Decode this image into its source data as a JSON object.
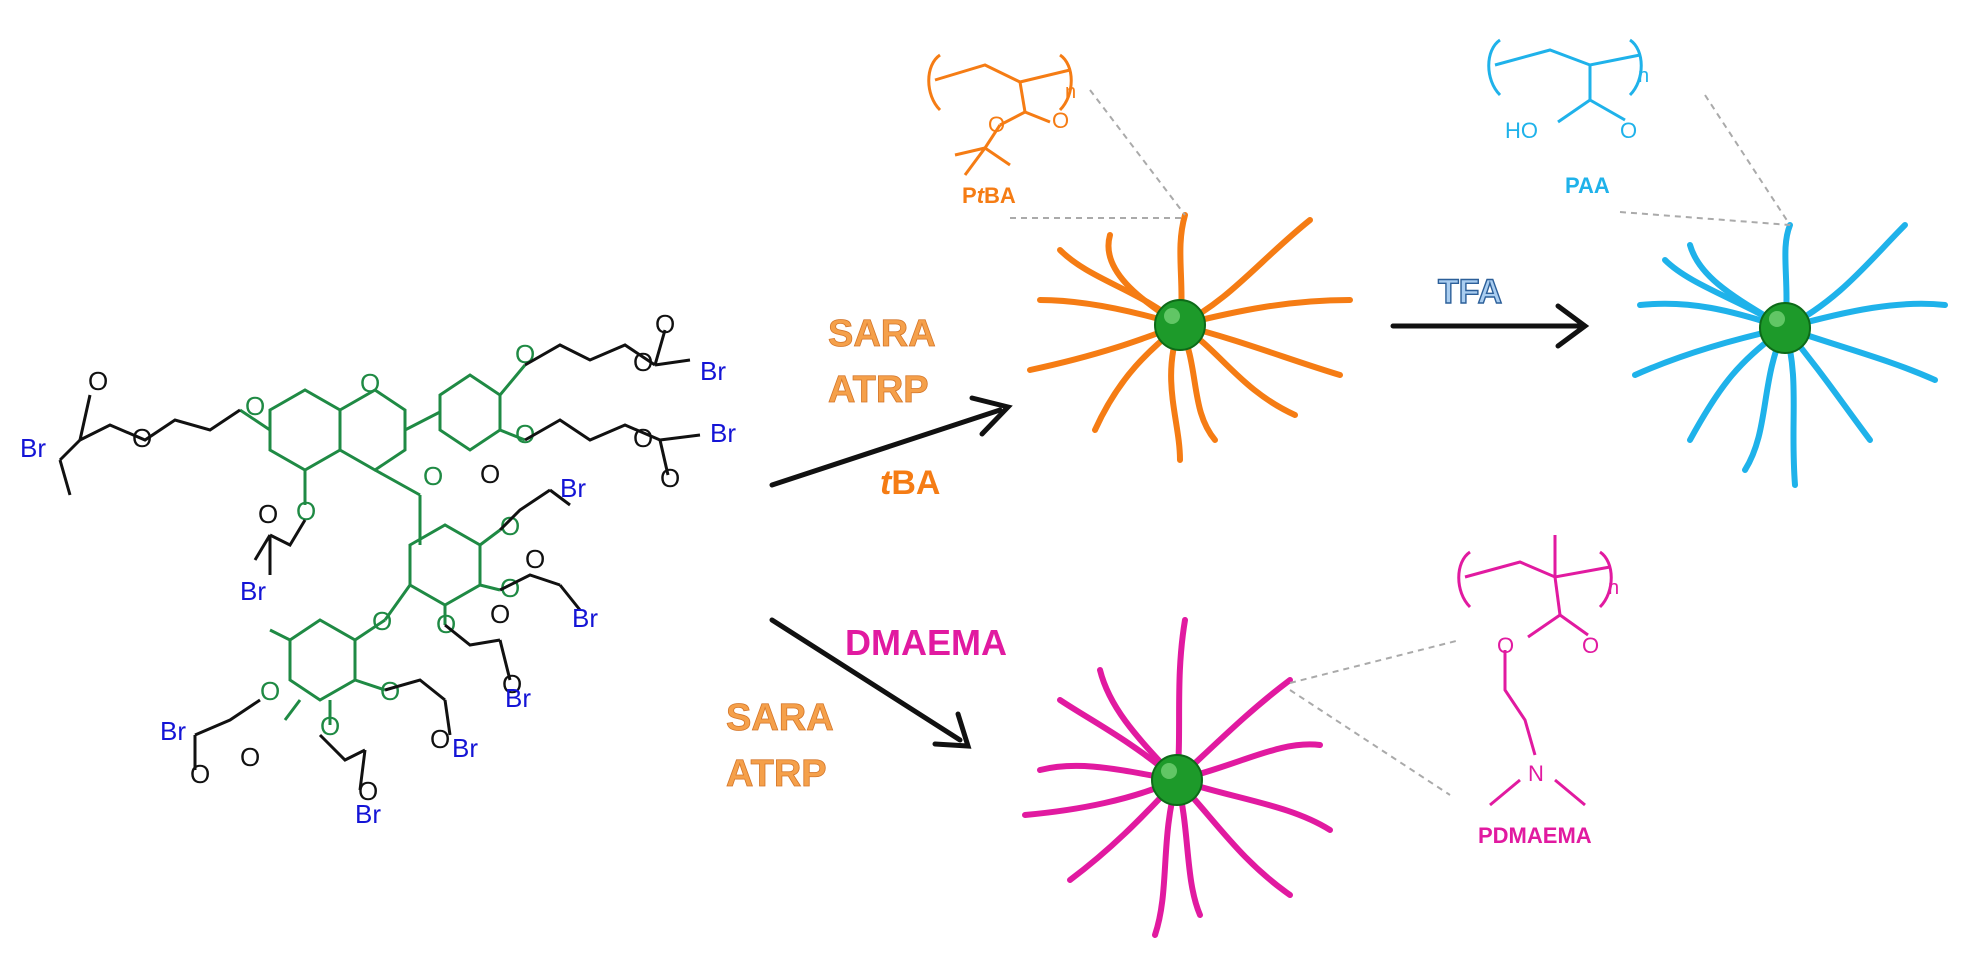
{
  "colors": {
    "initiator_core": "#1f8a44",
    "initiator_arms": "#111111",
    "bromine": "#1414d6",
    "ptba": "#f57c14",
    "paa": "#1fb2ea",
    "pdmaema": "#e11aa0",
    "sara_atrp_text": "#f5a04a",
    "tfa_text": "#3a7dbf",
    "core_sphere": "#1d9a2a"
  },
  "initiator": {
    "atoms": {
      "br1": "Br",
      "br2": "Br",
      "br3": "Br",
      "br4": "Br",
      "br5": "Br",
      "br6": "Br",
      "br7": "Br",
      "br8": "Br",
      "br9": "Br",
      "br10": "Br",
      "o_core": "O"
    }
  },
  "routes": {
    "top": {
      "line1": "SARA",
      "line2": "ATRP",
      "monomer_italic": "t",
      "monomer_rest": "BA"
    },
    "bottom": {
      "line1": "SARA",
      "line2": "ATRP",
      "monomer": "DMAEMA"
    },
    "deprotection": {
      "label": "TFA"
    }
  },
  "polymers": {
    "ptba": {
      "prefix": "P",
      "italic": "t",
      "rest": "BA",
      "repeat_subscript": "n"
    },
    "paa": {
      "label": "PAA",
      "repeat_subscript": "n",
      "acid_group": "HO"
    },
    "pdmaema": {
      "label": "PDMAEMA",
      "repeat_subscript": "n",
      "amine": "N"
    }
  }
}
